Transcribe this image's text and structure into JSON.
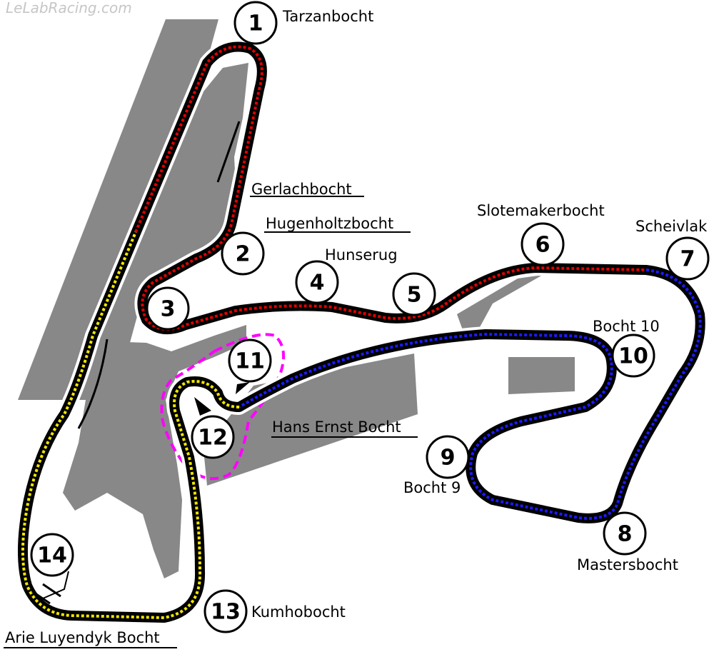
{
  "watermark": "LeLabRacing.com",
  "colors": {
    "track": "#000000",
    "sector1": "#e00000",
    "sector2": "#1a1aff",
    "sector3": "#f0e600",
    "highlight": "#ff00ff",
    "infield": "#888888"
  },
  "corners": [
    {
      "number": "1",
      "name": "Tarzanbocht"
    },
    {
      "number": "2",
      "name": "Gerlachbocht"
    },
    {
      "number": "3",
      "name": "Hugenholtzbocht"
    },
    {
      "number": "4",
      "name": "Hunserug"
    },
    {
      "number": "5",
      "name": ""
    },
    {
      "number": "6",
      "name": "Slotemakerbocht"
    },
    {
      "number": "7",
      "name": "Scheivlak"
    },
    {
      "number": "8",
      "name": "Mastersbocht"
    },
    {
      "number": "9",
      "name": "Bocht 9"
    },
    {
      "number": "10",
      "name": "Bocht 10"
    },
    {
      "number": "11",
      "name": ""
    },
    {
      "number": "12",
      "name": "Hans Ernst Bocht"
    },
    {
      "number": "13",
      "name": "Kumhobocht"
    },
    {
      "number": "14",
      "name": "Arie Luyendyk Bocht"
    }
  ]
}
